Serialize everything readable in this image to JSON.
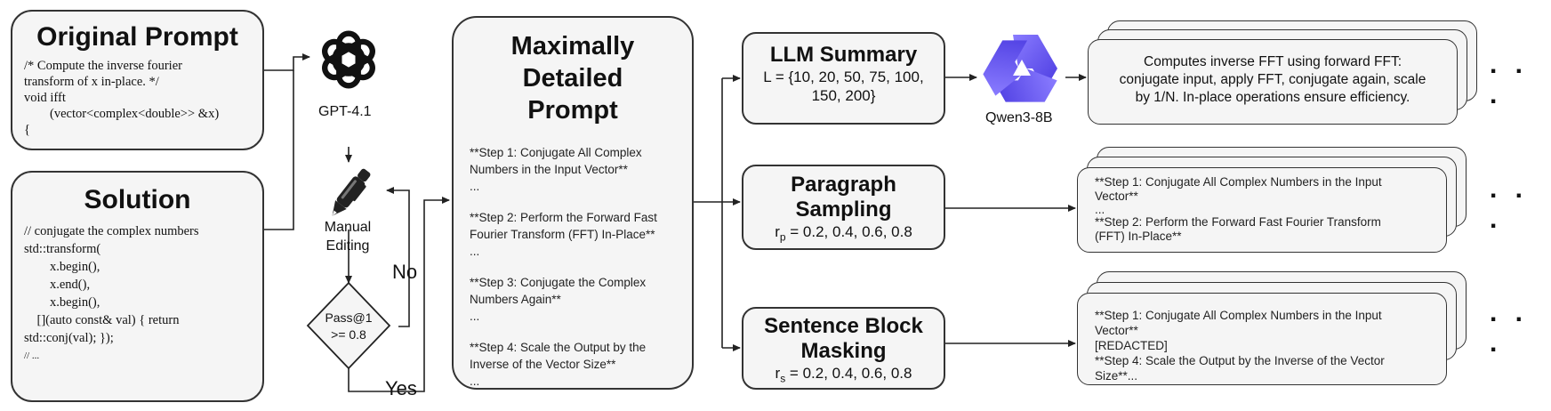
{
  "original_prompt": {
    "title": "Original Prompt",
    "code": [
      "/* Compute the inverse fourier",
      "transform of x in-place. */",
      "void ifft",
      "        (vector<complex<double>> &x)",
      "{"
    ]
  },
  "solution": {
    "title": "Solution",
    "code": [
      "// conjugate the complex numbers",
      "std::transform(",
      "        x.begin(),",
      "        x.end(),",
      "        x.begin(),",
      "    [](auto const& val) { return",
      "std::conj(val); });",
      "// ..."
    ]
  },
  "gpt": {
    "label": "GPT-4.1",
    "icon": "openai-logo-icon"
  },
  "manual": {
    "label_line1": "Manual",
    "label_line2": "Editing",
    "icon": "pen-icon"
  },
  "decision": {
    "line1": "Pass@1",
    "line2": ">= 0.8",
    "no_label": "No",
    "yes_label": "Yes"
  },
  "detailed_prompt": {
    "title_lines": [
      "Maximally",
      "Detailed",
      "Prompt"
    ],
    "steps": [
      [
        "**Step 1: Conjugate All Complex",
        "Numbers in the Input Vector**",
        "..."
      ],
      [
        "**Step 2: Perform the Forward Fast",
        "Fourier Transform (FFT) In-Place**",
        "..."
      ],
      [
        "**Step 3: Conjugate the Complex",
        "Numbers Again**",
        "..."
      ],
      [
        "**Step 4: Scale the Output by the",
        "Inverse of the Vector Size**",
        "..."
      ]
    ]
  },
  "llm_summary": {
    "title": "LLM Summary",
    "param_line1": "L = {10, 20, 50, 75, 100,",
    "param_line2": "150, 200}"
  },
  "qwen": {
    "label": "Qwen3-8B",
    "icon": "qwen-logo-icon",
    "color": "#5b4cf0"
  },
  "paragraph_sampling": {
    "title_line1": "Paragraph",
    "title_line2": "Sampling",
    "param_symbol": "r",
    "param_sub": "p",
    "param_values": " = 0.2, 0.4, 0.6, 0.8"
  },
  "sentence_masking": {
    "title_line1": "Sentence Block",
    "title_line2": "Masking",
    "param_symbol": "r",
    "param_sub": "s",
    "param_values": " = 0.2, 0.4, 0.6, 0.8"
  },
  "summary_output": {
    "lines": [
      "Computes inverse FFT using forward FFT:",
      "conjugate input, apply FFT, conjugate again, scale",
      "by 1/N. In-place operations ensure efficiency."
    ]
  },
  "paragraph_output": {
    "lines": [
      "**Step 1: Conjugate All Complex Numbers in the Input",
      "Vector**",
      "...",
      "**Step 2: Perform the Forward Fast Fourier Transform",
      "(FFT) In-Place**"
    ]
  },
  "masking_output": {
    "lines": [
      "**Step 1: Conjugate All Complex Numbers in the Input",
      "Vector**",
      "[REDACTED]",
      "**Step 4: Scale the Output by the Inverse of the Vector",
      "Size**..."
    ]
  },
  "ellipsis": ". . ."
}
